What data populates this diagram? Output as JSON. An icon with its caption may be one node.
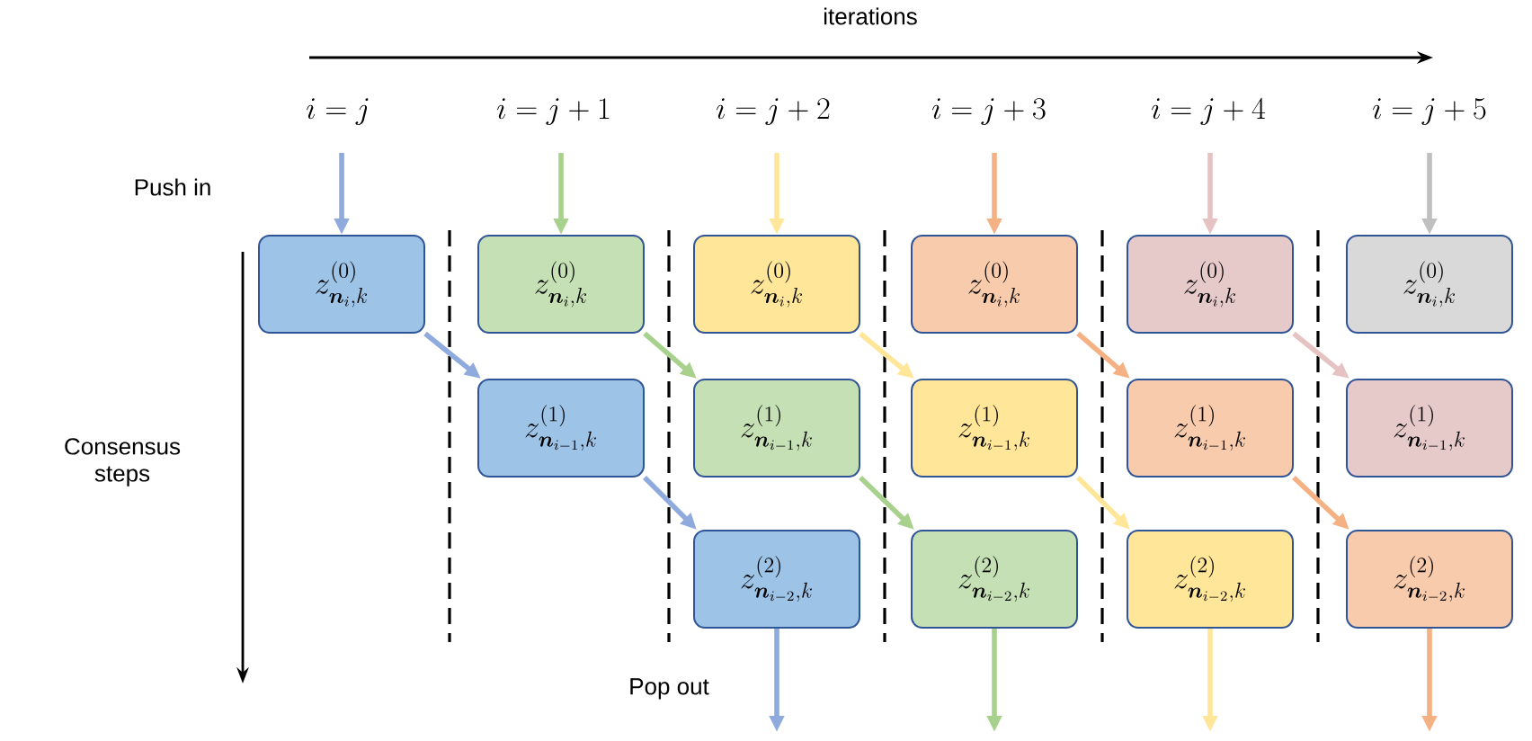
{
  "diagram": {
    "nodes": [
      {
        "text": [
          "z^{(0)}_{\\boldsymbol{n}_i,k}"
        ]
      },
      {
        "text": [
          "z^{(0)}_{\\boldsymbol{n}_i,k}"
        ]
      },
      {
        "text": [
          "z^{(0)}_{\\boldsymbol{n}_i,k}"
        ]
      },
      {
        "text": [
          "z^{(0)}_{\\boldsymbol{n}_i,k}"
        ]
      },
      {
        "text": [
          "z^{(0)}_{\\boldsymbol{n}_i,k}"
        ]
      },
      {
        "text": [
          "z^{(0)}_{\\boldsymbol{n}_i,k}"
        ]
      },
      {
        "text": [
          "z^{(1)}_{\\boldsymbol{n}_{i-1},k}"
        ]
      },
      {
        "text": [
          "z^{(1)}_{\\boldsymbol{n}_{i-1},k}"
        ]
      },
      {
        "text": [
          "z^{(1)}_{\\boldsymbol{n}_{i-1},k}"
        ]
      },
      {
        "text": [
          "z^{(1)}_{\\boldsymbol{n}_{i-1},k}"
        ]
      },
      {
        "text": [
          "z^{(1)}_{\\boldsymbol{n}_{i-1},k}"
        ]
      },
      {
        "text": [
          "z^{(2)}_{\\boldsymbol{n}_{i-2},k}"
        ]
      },
      {
        "text": [
          "z^{(2)}_{\\boldsymbol{n}_{i-2},k}"
        ]
      },
      {
        "text": [
          "z^{(2)}_{\\boldsymbol{n}_{i-2},k}"
        ]
      },
      {
        "text": [
          "z^{(2)}_{\\boldsymbol{n}_{i-2},k}"
        ]
      }
    ],
    "edges": [
      {
        "from": null,
        "to": 0,
        "arrow": "to",
        "color": "#8faadc"
      },
      {
        "from": null,
        "to": 1,
        "arrow": "to",
        "color": "#a9d18e"
      },
      {
        "from": null,
        "to": 2,
        "arrow": "to",
        "color": "#ffe699"
      },
      {
        "from": null,
        "to": 3,
        "arrow": "to",
        "color": "#f4b183"
      },
      {
        "from": null,
        "to": 4,
        "arrow": "to",
        "color": "#e6c3c3"
      },
      {
        "from": null,
        "to": 5,
        "arrow": "to",
        "color": "#bfbfbf"
      },
      {
        "from": 0,
        "to": 6,
        "arrow": "to",
        "color": "#8faadc"
      },
      {
        "from": 1,
        "to": 7,
        "arrow": "to",
        "color": "#a9d18e"
      },
      {
        "from": 2,
        "to": 8,
        "arrow": "to",
        "color": "#ffe699"
      },
      {
        "from": 3,
        "to": 9,
        "arrow": "to",
        "color": "#f4b183"
      },
      {
        "from": 4,
        "to": 10,
        "arrow": "to",
        "color": "#e6c3c3"
      },
      {
        "from": 6,
        "to": 11,
        "arrow": "to",
        "color": "#8faadc"
      },
      {
        "from": 7,
        "to": 12,
        "arrow": "to",
        "color": "#a9d18e"
      },
      {
        "from": 8,
        "to": 13,
        "arrow": "to",
        "color": "#ffe699"
      },
      {
        "from": 9,
        "to": 14,
        "arrow": "to",
        "color": "#f4b183"
      },
      {
        "from": 11,
        "to": null,
        "arrow": "to",
        "color": "#8faadc"
      },
      {
        "from": 12,
        "to": null,
        "arrow": "to",
        "color": "#a9d18e"
      },
      {
        "from": 13,
        "to": null,
        "arrow": "to",
        "color": "#ffe699"
      },
      {
        "from": 14,
        "to": null,
        "arrow": "to",
        "color": "#f4b183"
      }
    ],
    "labels": [
      "iterations",
      "i=j",
      "i=j+1",
      "i=j+2",
      "i=j+3",
      "i=j+4",
      "i=j+5",
      "Push in",
      "Consensus steps",
      "Pop out"
    ]
  }
}
